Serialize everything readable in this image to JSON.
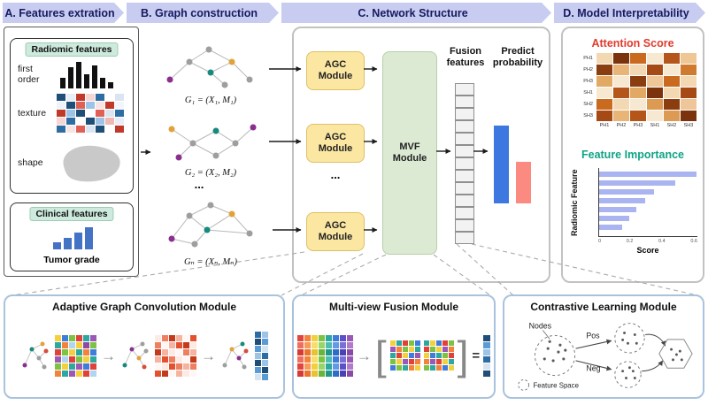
{
  "banners": {
    "a": "A. Features extration",
    "b": "B. Graph construction",
    "c": "C. Network Structure",
    "d": "D. Model Interpretability"
  },
  "glyphs": {
    "arrow": "→",
    "equals": "=",
    "bracket_l": "[",
    "bracket_r": "]"
  },
  "panel_a": {
    "radiomic_title": "Radiomic features",
    "first_order_label": "first order",
    "texture_label": "texture",
    "shape_label": "shape",
    "clinical_title": "Clinical features",
    "tumor_grade_label": "Tumor grade",
    "first_order_bars": {
      "values": [
        12,
        24,
        30,
        16,
        26,
        12,
        7
      ],
      "barWidth": 6,
      "gap": 3,
      "scale": 1,
      "color": "#111111"
    },
    "texture_grid": {
      "cols": 7,
      "w": 10,
      "h": 8,
      "gap": 1,
      "colors": [
        [
          "#1f4e79",
          "#e8eef7",
          "#c0392b",
          "#f5d6d2",
          "#2e6da4",
          "#ffffff",
          "#dbe5f1"
        ],
        [
          "#eef2f9",
          "#1f4e79",
          "#e06055",
          "#9dc3e6",
          "#f8e4e2",
          "#c0392b",
          "#f2f6fb"
        ],
        [
          "#c0392b",
          "#9dc3e6",
          "#1f4e79",
          "#ffffff",
          "#e06055",
          "#dbe5f1",
          "#2e6da4"
        ],
        [
          "#f5d6d2",
          "#2e6da4",
          "#ffffff",
          "#1f4e79",
          "#9dc3e6",
          "#f0b8b2",
          "#e8eef7"
        ],
        [
          "#2e6da4",
          "#f8e4e2",
          "#e06055",
          "#dbe5f1",
          "#1f4e79",
          "#ffffff",
          "#c0392b"
        ]
      ]
    },
    "tumor_bars": {
      "values": [
        8,
        13,
        19,
        25
      ],
      "barWidth": 9,
      "gap": 3,
      "scale": 1,
      "color": "#4472c4"
    }
  },
  "panel_b": {
    "g1_label": "G₁ = (X₁, M₁)",
    "g2_label": "G₂ = (X₂, M₂)",
    "ellipsis": "...",
    "gn_label": "Gₙ = (Xₙ, Mₙ)"
  },
  "panel_c": {
    "agc_label": "AGC Module",
    "mvf_label": "MVF Module",
    "ellipsis": "...",
    "fusion_label": "Fusion features",
    "predict_label": "Predict probability",
    "fusion_grid": {
      "cols": 1,
      "w": 22,
      "h": 14,
      "gap": 0,
      "border": "#8f8f8f",
      "colors": [
        [
          "#f2f2f2"
        ],
        [
          "#f2f2f2"
        ],
        [
          "#f2f2f2"
        ],
        [
          "#f2f2f2"
        ],
        [
          "#f2f2f2"
        ],
        [
          "#f2f2f2"
        ],
        [
          "#f2f2f2"
        ],
        [
          "#f2f2f2"
        ],
        [
          "#f2f2f2"
        ],
        [
          "#f2f2f2"
        ],
        [
          "#f2f2f2"
        ],
        [
          "#f2f2f2"
        ],
        [
          "#f2f2f2"
        ]
      ]
    },
    "predict_bars": {
      "values": [
        88,
        47
      ],
      "barWidth": 17,
      "gap": 8,
      "scale": 1,
      "color": [
        "#3c78e0",
        "#fb8a80"
      ]
    }
  },
  "panel_d": {
    "attention_title": "Attention Score",
    "attention_color": "#df3c2c",
    "heatmap": {
      "cols": 6,
      "w": 18,
      "h": 12,
      "gap": 1,
      "colors": [
        [
          "#f3d9b3",
          "#7a330c",
          "#c96a1e",
          "#f7e8d2",
          "#b4551a",
          "#efc795"
        ],
        [
          "#8a3d0f",
          "#e8b477",
          "#f3d9b3",
          "#a64a15",
          "#f7e8d2",
          "#cf7a2e"
        ],
        [
          "#e2a964",
          "#f7e8d2",
          "#8a3d0f",
          "#eec697",
          "#c96a1e",
          "#f3d9b3"
        ],
        [
          "#f7e8d2",
          "#b4551a",
          "#e2a964",
          "#7a330c",
          "#f3d9b3",
          "#a64a15"
        ],
        [
          "#c96a1e",
          "#f3d9b3",
          "#f7e8d2",
          "#dd9a52",
          "#8a3d0f",
          "#eec697"
        ],
        [
          "#a64a15",
          "#e8b477",
          "#b4551a",
          "#f7e8d2",
          "#dd9a52",
          "#7a330c"
        ]
      ]
    },
    "row_labels": [
      "PH1",
      "PH2",
      "PH3",
      "SH1",
      "SH2",
      "SH3"
    ],
    "col_labels": [
      "PH1",
      "PH2",
      "PH3",
      "SH1",
      "SH2",
      "SH3"
    ],
    "importance_title": "Feature Importance",
    "importance_color": "#0fa385",
    "importance_bars": {
      "values": [
        110,
        86,
        62,
        52,
        42,
        34,
        26
      ],
      "barHeight": 6,
      "gap": 4,
      "scale": 1,
      "color": "#a9b4f0"
    },
    "ylabel": "Radiomic Feature",
    "xlabel": "Score",
    "xticks": [
      "0",
      "0.2",
      "0.4",
      "0.6"
    ]
  },
  "bottom": {
    "agc_title": "Adaptive Graph Convolution Module",
    "mvf_title": "Multi-view Fusion Module",
    "cl_title": "Contrastive Learning Module",
    "cl": {
      "nodes_label": "Nodes",
      "pos_label": "Pos",
      "neg_label": "Neg",
      "legend": "Feature Space"
    },
    "grid_colorful": {
      "cols": 6,
      "w": 7,
      "h": 7,
      "gap": 1,
      "colors": [
        [
          "#f4d03f",
          "#3e7ddb",
          "#7dc242",
          "#e0413a",
          "#2ca8a0",
          "#9b59b6"
        ],
        [
          "#2ca8a0",
          "#f2823c",
          "#aed6f1",
          "#f4d03f",
          "#8a4aa8",
          "#7dc242"
        ],
        [
          "#e0413a",
          "#7dc242",
          "#f4d03f",
          "#2ca8a0",
          "#f2823c",
          "#3e7ddb"
        ],
        [
          "#9b59b6",
          "#aed6f1",
          "#e0413a",
          "#7dc242",
          "#f4d03f",
          "#2ca8a0"
        ],
        [
          "#7dc242",
          "#f4d03f",
          "#2ca8a0",
          "#9b59b6",
          "#3e7ddb",
          "#e0413a"
        ],
        [
          "#f2823c",
          "#2ca8a0",
          "#9b59b6",
          "#f4d03f",
          "#e0413a",
          "#aed6f1"
        ]
      ]
    },
    "grid_red": {
      "cols": 6,
      "w": 7,
      "h": 7,
      "gap": 1,
      "colors": [
        [
          "#fdeae4",
          "#ee7f61",
          "#c43a1d",
          "#f6b39f",
          "#fff7f4",
          "#e4512f"
        ],
        [
          "#ee7f61",
          "#fff7f4",
          "#f6b39f",
          "#e4512f",
          "#c43a1d",
          "#fdeae4"
        ],
        [
          "#c43a1d",
          "#f6b39f",
          "#fdeae4",
          "#fff7f4",
          "#ee7f61",
          "#f6b39f"
        ],
        [
          "#f6b39f",
          "#e4512f",
          "#ee7f61",
          "#fdeae4",
          "#fff7f4",
          "#c43a1d"
        ],
        [
          "#fff7f4",
          "#fdeae4",
          "#e4512f",
          "#ee7f61",
          "#f6b39f",
          "#ee7f61"
        ],
        [
          "#e4512f",
          "#c43a1d",
          "#fff7f4",
          "#f6b39f",
          "#fdeae4",
          "#fff7f4"
        ]
      ]
    },
    "grid_bluecol": {
      "cols": 2,
      "w": 7,
      "h": 7,
      "gap": 1,
      "colors": [
        [
          "#2e6da4",
          "#9dc3e6"
        ],
        [
          "#1f4e79",
          "#5b9bd5"
        ],
        [
          "#5b9bd5",
          "#d6e4f2"
        ],
        [
          "#9dc3e6",
          "#2e6da4"
        ],
        [
          "#1f4e79",
          "#9dc3e6"
        ],
        [
          "#5b9bd5",
          "#1f4e79"
        ],
        [
          "#d6e4f2",
          "#5b9bd5"
        ]
      ]
    },
    "grid_rainbow": {
      "cols": 8,
      "w": 7,
      "h": 7,
      "gap": 1,
      "colors": [
        [
          "#e2453c",
          "#f2823c",
          "#f2cf3d",
          "#7cc243",
          "#2ba8a0",
          "#3e7cdb",
          "#5b50c8",
          "#9b59b6"
        ],
        [
          "#ef6f5e",
          "#f79a5a",
          "#f7dd6a",
          "#9ad468",
          "#4fbcb4",
          "#639ae6",
          "#7a6fd6",
          "#b07cc8"
        ],
        [
          "#d63a30",
          "#e8742e",
          "#e9c22f",
          "#6ab437",
          "#1f968e",
          "#2f6cc9",
          "#4a41b5",
          "#8a4aa8"
        ],
        [
          "#ef6f5e",
          "#f2823c",
          "#f7dd6a",
          "#7cc243",
          "#4fbcb4",
          "#3e7cdb",
          "#7a6fd6",
          "#9b59b6"
        ],
        [
          "#e2453c",
          "#f79a5a",
          "#f2cf3d",
          "#9ad468",
          "#2ba8a0",
          "#639ae6",
          "#5b50c8",
          "#b07cc8"
        ],
        [
          "#d63a30",
          "#e8742e",
          "#e9c22f",
          "#6ab437",
          "#1f968e",
          "#2f6cc9",
          "#4a41b5",
          "#8a4aa8"
        ]
      ]
    },
    "grid_m1": {
      "cols": 5,
      "w": 6,
      "h": 6,
      "gap": 1,
      "colors": [
        [
          "#f4d03f",
          "#2ca8a0",
          "#e0413a",
          "#7dc242",
          "#3e7ddb"
        ],
        [
          "#9b59b6",
          "#f2823c",
          "#7dc242",
          "#f4d03f",
          "#2ca8a0"
        ],
        [
          "#2ca8a0",
          "#e0413a",
          "#f4d03f",
          "#3e7ddb",
          "#9b59b6"
        ],
        [
          "#7dc242",
          "#f4d03f",
          "#9b59b6",
          "#e0413a",
          "#f2823c"
        ],
        [
          "#3e7ddb",
          "#7dc242",
          "#2ca8a0",
          "#f2823c",
          "#f4d03f"
        ]
      ]
    },
    "grid_m2": {
      "cols": 5,
      "w": 6,
      "h": 6,
      "gap": 1,
      "colors": [
        [
          "#2ca8a0",
          "#f4d03f",
          "#3e7ddb",
          "#e0413a",
          "#7dc242"
        ],
        [
          "#e0413a",
          "#7dc242",
          "#f4d03f",
          "#9b59b6",
          "#f2823c"
        ],
        [
          "#f4d03f",
          "#3e7ddb",
          "#2ca8a0",
          "#7dc242",
          "#e0413a"
        ],
        [
          "#f2823c",
          "#9b59b6",
          "#e0413a",
          "#f4d03f",
          "#2ca8a0"
        ],
        [
          "#7dc242",
          "#2ca8a0",
          "#f2823c",
          "#3e7ddb",
          "#f4d03f"
        ]
      ]
    },
    "grid_outcol": {
      "cols": 1,
      "w": 8,
      "h": 7,
      "gap": 1,
      "colors": [
        [
          "#1f4e79"
        ],
        [
          "#5b9bd5"
        ],
        [
          "#9dc3e6"
        ],
        [
          "#2e6da4"
        ],
        [
          "#d6e4f2"
        ],
        [
          "#1f4e79"
        ]
      ]
    }
  }
}
